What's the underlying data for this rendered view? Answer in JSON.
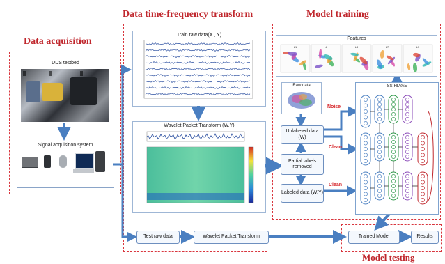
{
  "stages": {
    "acquisition": "Data acquisition",
    "transform": "Data time-frequency transform",
    "training": "Model training",
    "testing": "Model testing"
  },
  "acquisition": {
    "testbed_title": "DDS testbed",
    "system_title": "Signal acquisition system"
  },
  "transform": {
    "raw_title": "Train raw data(X , Y)",
    "wpt_title": "Wavelet Packet Transform (W,Y)"
  },
  "training": {
    "features_title": "Features",
    "cluster_labels": [
      "L1",
      "L2",
      "L3",
      "L7",
      "L5"
    ],
    "raw_data": "Raw data",
    "unlabeled": "Unlabeled data (W)",
    "partial": "Partial labels removed",
    "labeled": "Labeled data (W,Y)",
    "model_title": "SS-HLVAE",
    "noise": "Noise",
    "clean1": "Clean",
    "clean2": "Clean"
  },
  "testing": {
    "test_raw": "Test raw data",
    "wpt": "Wavelet Packet Transform",
    "trained": "Trained Model",
    "results": "Results"
  },
  "colors": {
    "arrow": "#4a7fc1",
    "dash": "#d9363e",
    "stage_title": "#c0272d",
    "noise": "#d6262a"
  }
}
